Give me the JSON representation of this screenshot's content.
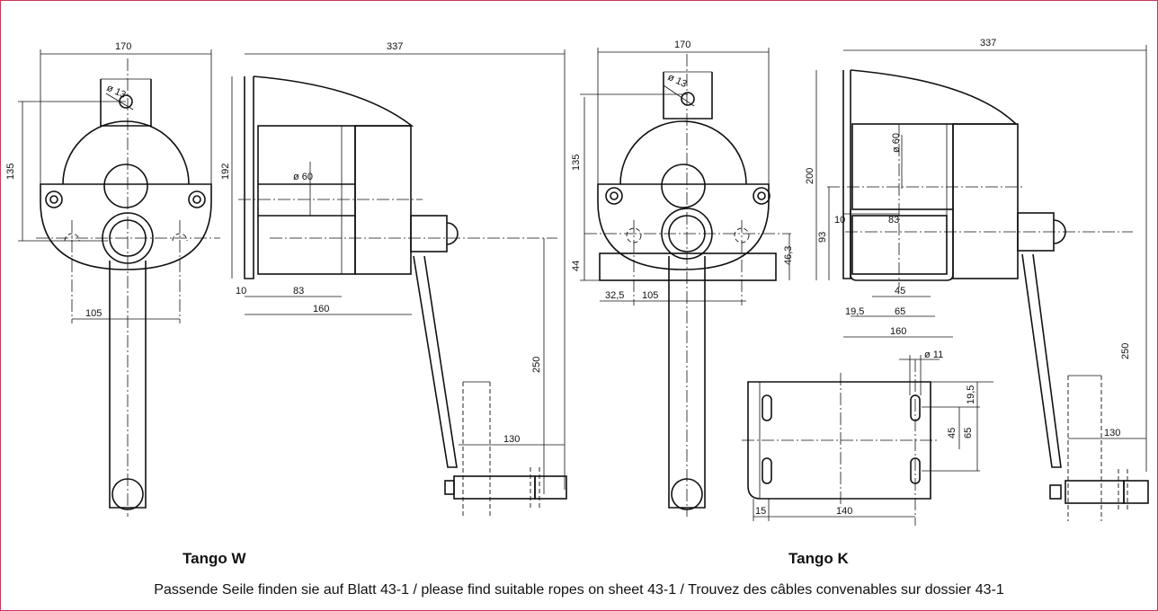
{
  "captions": {
    "left": "Tango W",
    "right": "Tango K"
  },
  "footer": "Passende Seile finden sie auf Blatt 43-1 / please find suitable ropes on sheet 43-1 / Trouvez des câbles convenables sur dossier 43-1",
  "dims": {
    "w_front_width": "170",
    "w_front_height": "135",
    "w_front_hole": "ø 13",
    "w_front_spacing": "105",
    "w_side_length": "337",
    "w_side_height": "192",
    "w_side_drum_dia": "ø 60",
    "w_side_10": "10",
    "w_side_83": "83",
    "w_side_160": "160",
    "w_side_250": "250",
    "w_side_130": "130",
    "k_front_width": "170",
    "k_front_height": "135",
    "k_front_hole": "ø 13",
    "k_front_44": "44",
    "k_front_46_3": "46,3",
    "k_front_32_5": "32,5",
    "k_front_105": "105",
    "k_side_length": "337",
    "k_side_200": "200",
    "k_side_93": "93",
    "k_side_drum_dia": "ø 60",
    "k_side_10": "10",
    "k_side_83": "83",
    "k_side_45": "45",
    "k_side_19_5": "19,5",
    "k_side_65": "65",
    "k_side_160": "160",
    "k_side_250": "250",
    "k_side_130": "130",
    "k_plate_hole": "ø 11",
    "k_plate_19_5": "19,5",
    "k_plate_45": "45",
    "k_plate_65": "65",
    "k_plate_15": "15",
    "k_plate_140": "140"
  }
}
